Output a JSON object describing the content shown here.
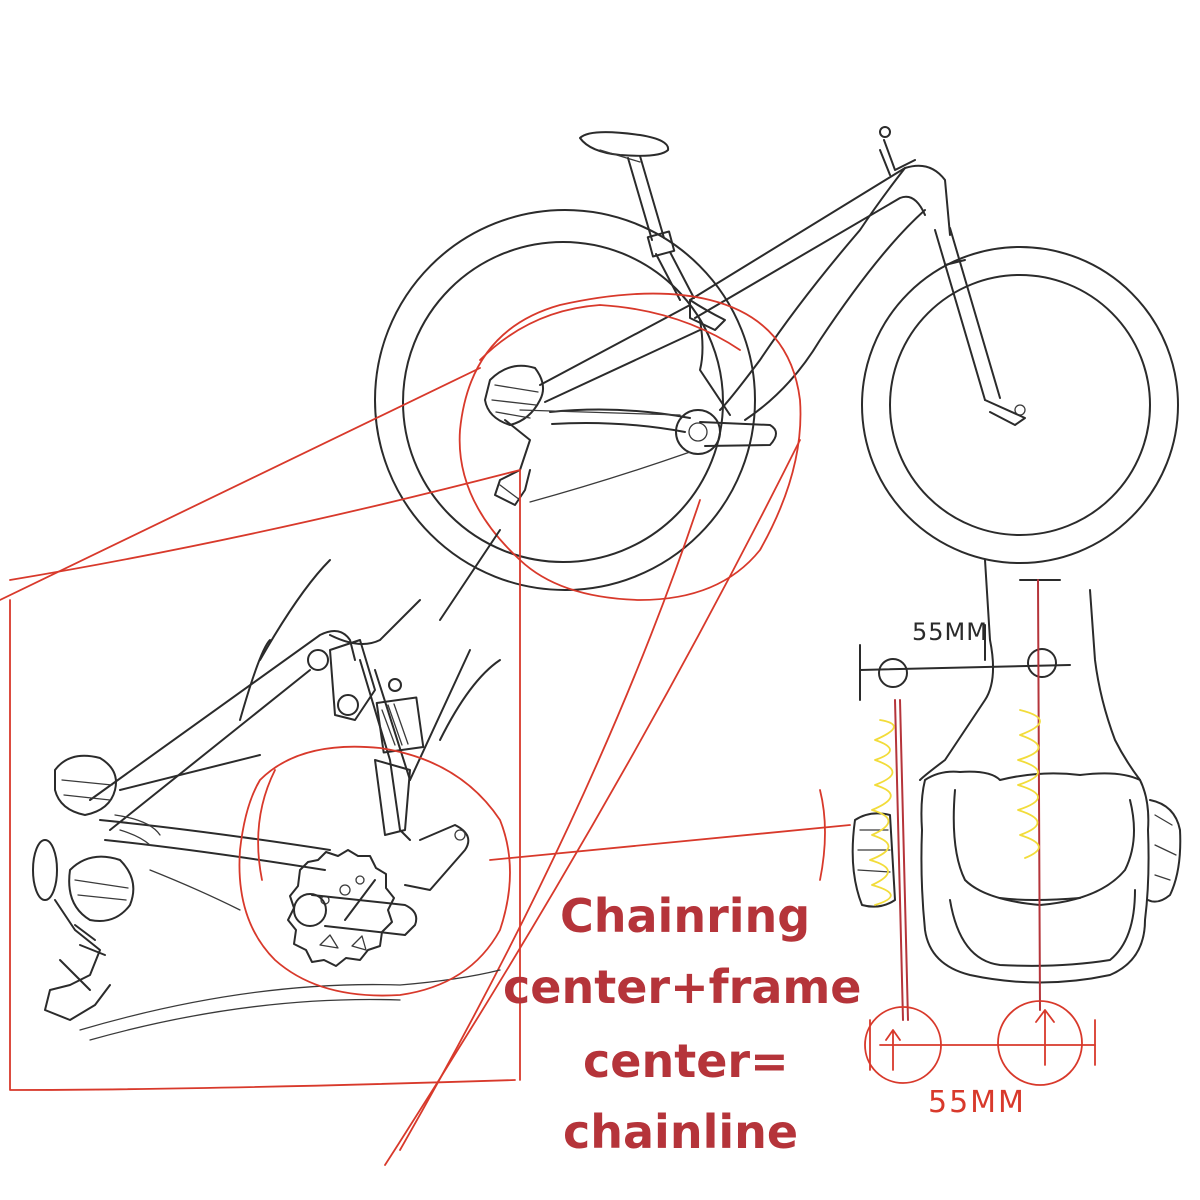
{
  "annotation": {
    "lines": [
      "Chainring",
      "center+frame",
      "center=",
      "chainline"
    ],
    "color": "#b5343a"
  },
  "dimension_top": {
    "label": "55MM",
    "color": "#2b2b2b"
  },
  "dimension_bottom": {
    "label": "55MM",
    "color": "#d8392b"
  },
  "colors": {
    "pencil": "#2b2b2b",
    "callout_red": "#d8392b",
    "highlight_yellow": "#f2dc3a"
  }
}
